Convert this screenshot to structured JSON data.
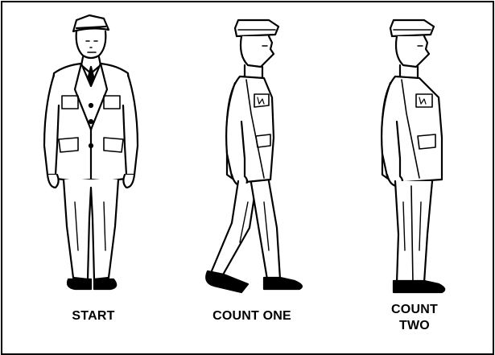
{
  "figures": [
    {
      "id": "start",
      "caption_lines": [
        "START"
      ]
    },
    {
      "id": "count-one",
      "caption_lines": [
        "COUNT ONE"
      ]
    },
    {
      "id": "count-two",
      "caption_lines": [
        "COUNT",
        "TWO"
      ]
    }
  ],
  "colors": {
    "ink": "#000000",
    "paper": "#ffffff"
  }
}
